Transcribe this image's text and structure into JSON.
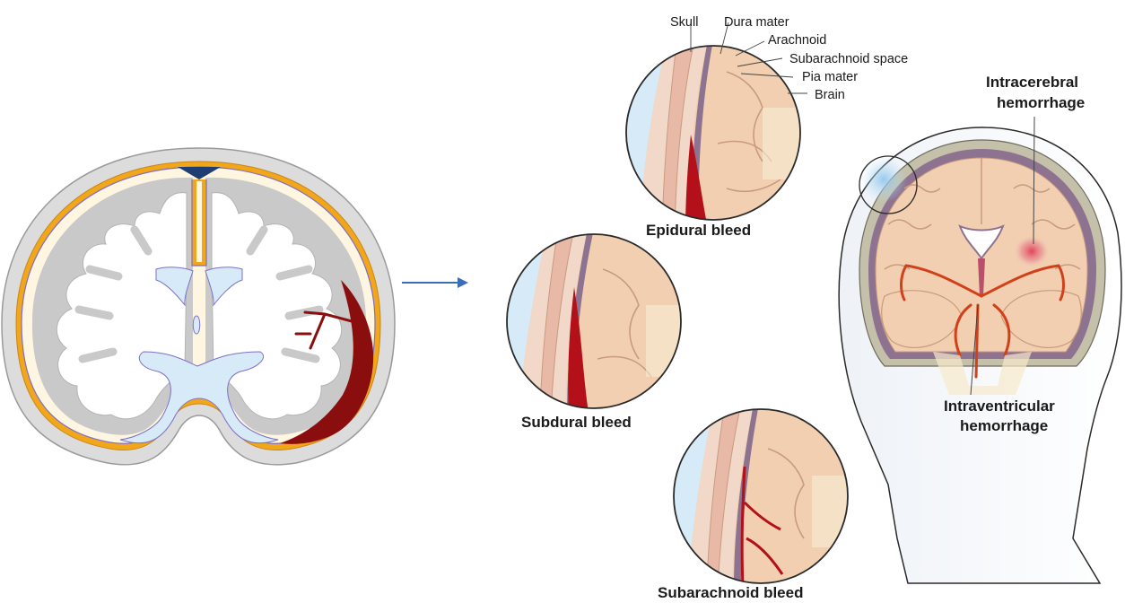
{
  "layer_labels": {
    "skull": "Skull",
    "dura": "Dura mater",
    "arachnoid": "Arachnoid",
    "subarachnoid": "Subarachnoid space",
    "pia": "Pia mater",
    "brain": "Brain"
  },
  "captions": {
    "epidural": "Epidural bleed",
    "subdural": "Subdural bleed",
    "subarachnoid": "Subarachnoid bleed"
  },
  "hemorrhage_labels": {
    "intracerebral_l1": "Intracerebral",
    "intracerebral_l2": "hemorrhage",
    "intraventricular_l1": "Intraventricular",
    "intraventricular_l2": "hemorrhage"
  },
  "colors": {
    "skull": "#d9d9d9",
    "dura": "#f2a71b",
    "ventricle": "#d6ebf7",
    "blood": "#8b0e0e",
    "brain_tissue": "#f1cfb0",
    "arrow": "#3a6fb7"
  }
}
